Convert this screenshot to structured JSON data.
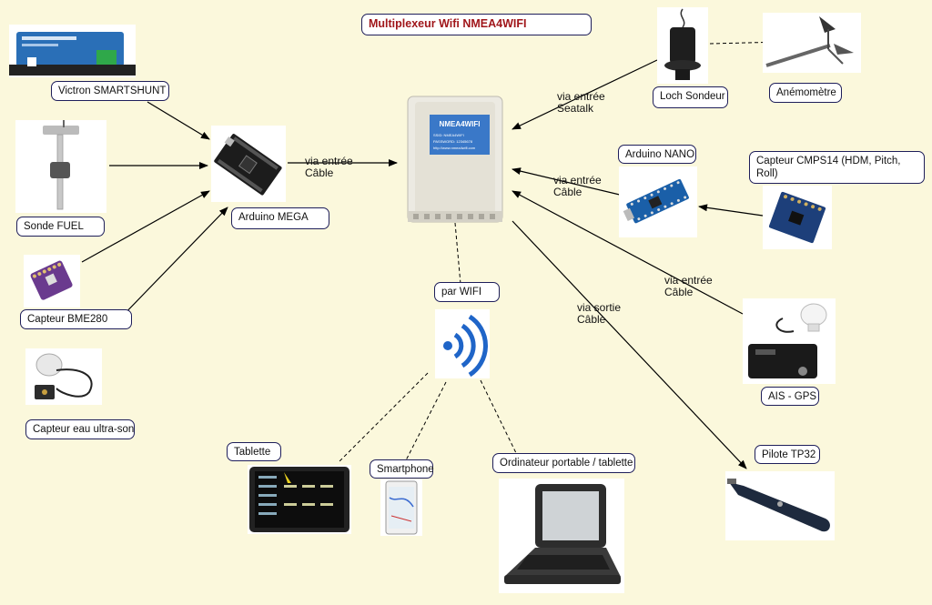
{
  "title": "Multiplexeur Wifi NMEA4WIFI",
  "devices": {
    "victron": "Victron SMARTSHUNT",
    "sonde_fuel": "Sonde FUEL",
    "bme280": "Capteur BME280",
    "ultrason": "Capteur eau ultra-son",
    "arduino_mega": "Arduino MEGA",
    "loch": "Loch Sondeur",
    "anemometre": "Anémomètre",
    "arduino_nano": "Arduino NANO",
    "cmps14": "Capteur CMPS14 (HDM, Pitch, Roll)",
    "ais": "AIS - GPS",
    "pilote": "Pilote TP32",
    "tablette": "Tablette",
    "smartphone": "Smartphone",
    "ordinateur": "Ordinateur portable / tablette",
    "wifi": "par WIFI"
  },
  "links": {
    "mega_in": "via entrée Câble",
    "seatalk_in": "via entrée Seatalk",
    "nano_in": "via entrée Câble",
    "ais_in": "via entrée Câble",
    "pilote_out": "via sortie Câble"
  },
  "mux_box": {
    "brand": "NMEA4WIFI",
    "line1": "SSID: NMEA4WIFI",
    "line2": "PASSWORD: 12345678",
    "line3": "http://www.nmea4wifi.com"
  },
  "colors": {
    "background": "#fbf8dc",
    "title": "#a0161a",
    "label_border": "#1e1e5a"
  }
}
